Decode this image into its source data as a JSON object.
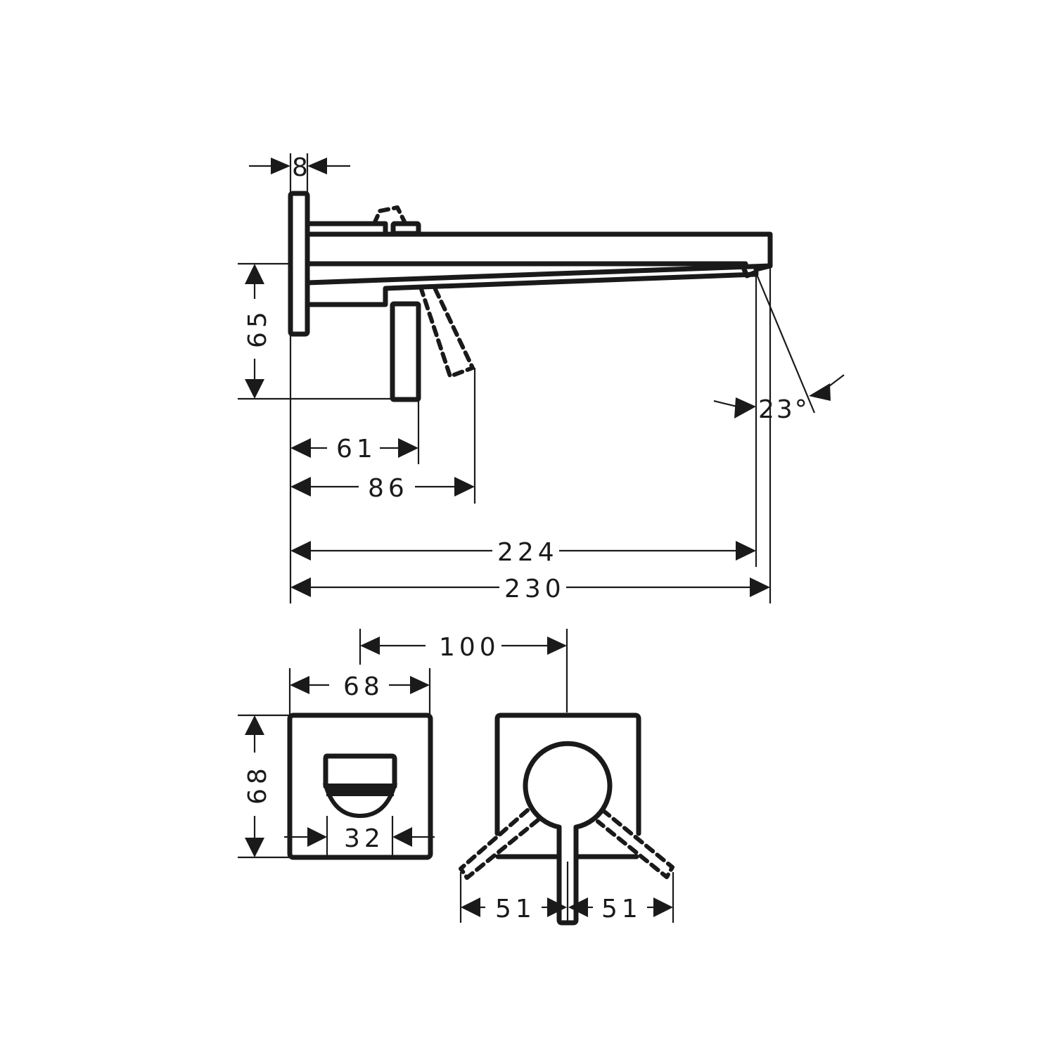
{
  "drawing": {
    "title": "Wall-mounted basin mixer technical dimension drawing",
    "colors": {
      "line": "#1a1a1a",
      "background": "#ffffff"
    },
    "side_view": {
      "dimensions": {
        "backplate_depth": "8",
        "handle_height": "65",
        "handle_offset": "61",
        "handle_swing_offset": "86",
        "spout_reach_outlet": "224",
        "spout_reach_total": "230",
        "spray_angle": "23°"
      }
    },
    "front_view_spout": {
      "dimensions": {
        "plate_width": "68",
        "plate_height": "68",
        "outlet_width": "32"
      }
    },
    "front_view_handle": {
      "dimensions": {
        "spacing": "100",
        "swing_left": "51",
        "swing_right": "51"
      }
    }
  }
}
